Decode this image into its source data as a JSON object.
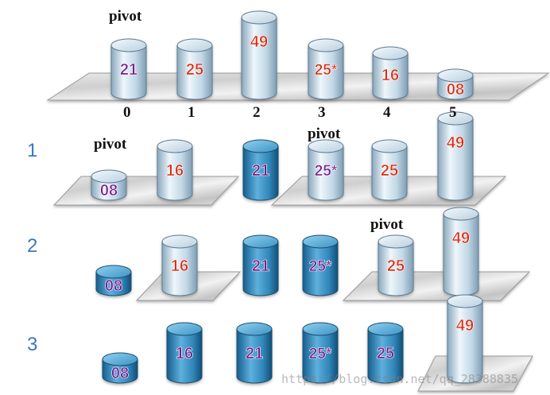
{
  "pivot_label": "pivot",
  "indices": [
    "0",
    "1",
    "2",
    "3",
    "4",
    "5"
  ],
  "watermark": "https://blog.csdn.net/qq_28388835",
  "colors": {
    "red_value": "#dd2a0a",
    "purple_value": "#7a1a8a",
    "pale_cylinder": "#c6dcea",
    "dark_cylinder": "#2f86b8",
    "step_number": "#3a78c0"
  },
  "rows": [
    {
      "label": "",
      "cylinders": [
        {
          "value": "21",
          "style": "pale",
          "text_color": "purple",
          "height": "medium"
        },
        {
          "value": "25",
          "style": "pale",
          "text_color": "red",
          "height": "medium"
        },
        {
          "value": "49",
          "style": "pale",
          "text_color": "red",
          "height": "tall"
        },
        {
          "value": "25*",
          "style": "pale",
          "text_color": "red",
          "height": "medium"
        },
        {
          "value": "16",
          "style": "pale",
          "text_color": "red",
          "height": "medium-short"
        },
        {
          "value": "08",
          "style": "pale",
          "text_color": "red",
          "height": "short"
        }
      ]
    },
    {
      "label": "1",
      "cylinders": [
        {
          "value": "08",
          "style": "pale",
          "text_color": "purple",
          "height": "short"
        },
        {
          "value": "16",
          "style": "pale",
          "text_color": "red",
          "height": "medium"
        },
        {
          "value": "21",
          "style": "dark",
          "text_color": "purple",
          "height": "medium"
        },
        {
          "value": "25*",
          "style": "pale",
          "text_color": "purple",
          "height": "medium"
        },
        {
          "value": "25",
          "style": "pale",
          "text_color": "red",
          "height": "medium"
        },
        {
          "value": "49",
          "style": "pale",
          "text_color": "red",
          "height": "tall"
        }
      ]
    },
    {
      "label": "2",
      "cylinders": [
        {
          "value": "08",
          "style": "dark",
          "text_color": "purple",
          "height": "short"
        },
        {
          "value": "16",
          "style": "pale",
          "text_color": "red",
          "height": "medium"
        },
        {
          "value": "21",
          "style": "dark",
          "text_color": "purple",
          "height": "medium"
        },
        {
          "value": "25*",
          "style": "dark",
          "text_color": "purple",
          "height": "medium"
        },
        {
          "value": "25",
          "style": "pale",
          "text_color": "red",
          "height": "medium"
        },
        {
          "value": "49",
          "style": "pale",
          "text_color": "red",
          "height": "tall"
        }
      ]
    },
    {
      "label": "3",
      "cylinders": [
        {
          "value": "08",
          "style": "dark",
          "text_color": "purple",
          "height": "short"
        },
        {
          "value": "16",
          "style": "dark",
          "text_color": "purple",
          "height": "medium"
        },
        {
          "value": "21",
          "style": "dark",
          "text_color": "purple",
          "height": "medium"
        },
        {
          "value": "25*",
          "style": "dark",
          "text_color": "purple",
          "height": "medium"
        },
        {
          "value": "25",
          "style": "dark",
          "text_color": "purple",
          "height": "medium"
        },
        {
          "value": "49",
          "style": "pale",
          "text_color": "red",
          "height": "tall"
        }
      ]
    }
  ]
}
